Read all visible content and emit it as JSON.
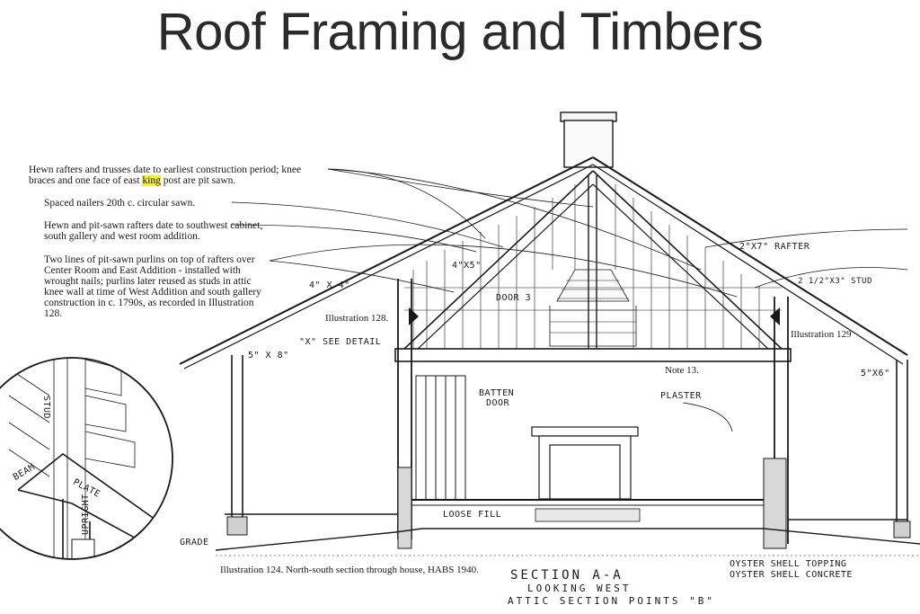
{
  "title": "Roof Framing and Timbers",
  "notes": {
    "hewn_rafters_a": "Hewn rafters and trusses date to earliest construction period; knee",
    "hewn_rafters_b": "braces and one face of east ",
    "hewn_rafters_hl": "king",
    "hewn_rafters_c": " post are pit sawn.",
    "spaced_nailers": "Spaced nailers 20th c. circular sawn.",
    "pit_sawn_1": "Hewn and pit-sawn rafters date to southwest cabinet,",
    "pit_sawn_2": "south gallery and west room addition.",
    "purlins_1": "Two lines of pit-sawn purlins on top of rafters over",
    "purlins_2": "Center Room and East Addition - installed with",
    "purlins_3": "wrought nails; purlins later reused as studs in attic",
    "purlins_4": "knee wall at time of West Addition and south gallery",
    "purlins_5": "construction in c. 1790s, as recorded in Illustration",
    "purlins_6": "128."
  },
  "labels": {
    "rafter": "2\"X7\" RAFTER",
    "stud": "2 1/2\"X3\" STUD",
    "four_by_five": "4\"X5\"",
    "four_by_four": "4\" X 4\"",
    "door3": "DOOR 3",
    "illus128": "Illustration 128.",
    "illus129": "Illustration 129",
    "see_detail": "\"X\" SEE DETAIL",
    "five_by_eight": "5\" X 8\"",
    "five_by_six": "5\"X6\"",
    "note13": "Note 13.",
    "batten1": "BATTEN",
    "batten2": "DOOR",
    "plaster": "PLASTER",
    "loose_fill": "LOOSE FILL",
    "grade": "GRADE",
    "oyster_topping": "OYSTER SHELL TOPPING",
    "oyster_concrete": "OYSTER SHELL CONCRETE",
    "stud_detail": "STUD",
    "beam": "BEAM",
    "plate": "PLATE",
    "upright": "UPRIGHT"
  },
  "caption": "Illustration 124. North-south section through house, HABS 1940.",
  "section": {
    "title": "SECTION A-A",
    "looking": "LOOKING WEST",
    "attic": "ATTIC SECTION POINTS \"B\""
  }
}
